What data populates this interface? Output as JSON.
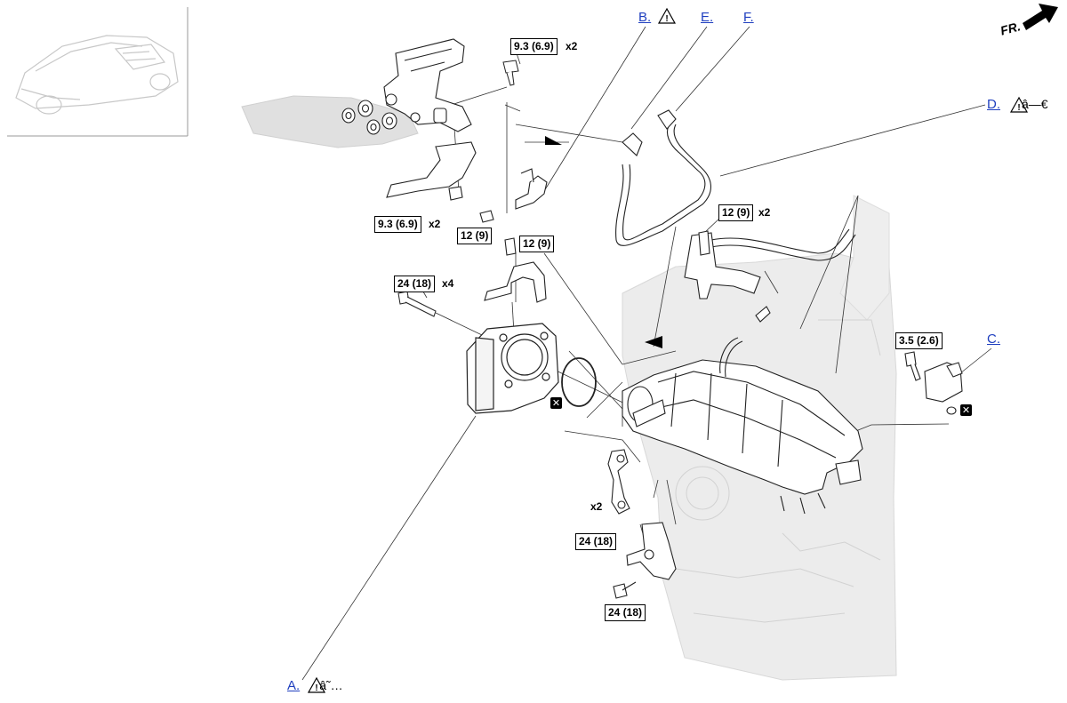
{
  "torque_labels": {
    "top_bracket": "9.3 (6.9)",
    "lower_bracket": "9.3 (6.9)",
    "sensor_bolt_left": "12 (9)",
    "sensor_bolt_mid": "12 (9)",
    "pipe_bracket": "12 (9)",
    "throttle_body": "24 (18)",
    "map_sensor": "3.5 (2.6)",
    "lower_stay_upper": "24 (18)",
    "lower_stay_lower": "24 (18)"
  },
  "multipliers": {
    "top_bracket": "x2",
    "lower_bracket": "x2",
    "pipe_bracket": "x2",
    "throttle_body": "x4",
    "lower_stay": "x2"
  },
  "callouts": {
    "a": {
      "letter": "A.",
      "glyphs": "â˜…"
    },
    "b": {
      "letter": "B.",
      "glyphs": ""
    },
    "c": {
      "letter": "C.",
      "glyphs": ""
    },
    "d": {
      "letter": "D.",
      "glyphs": "â—€"
    },
    "e": {
      "letter": "E.",
      "glyphs": ""
    },
    "f": {
      "letter": "F.",
      "glyphs": ""
    }
  },
  "direction": {
    "label": "FR."
  },
  "icons": [
    "caution-icon",
    "replace-icon",
    "front-arrow-icon",
    "vehicle-thumbnail"
  ],
  "colors": {
    "line": "#000000",
    "background_part": "#d9d9d9",
    "link": "#1f3fbf"
  }
}
